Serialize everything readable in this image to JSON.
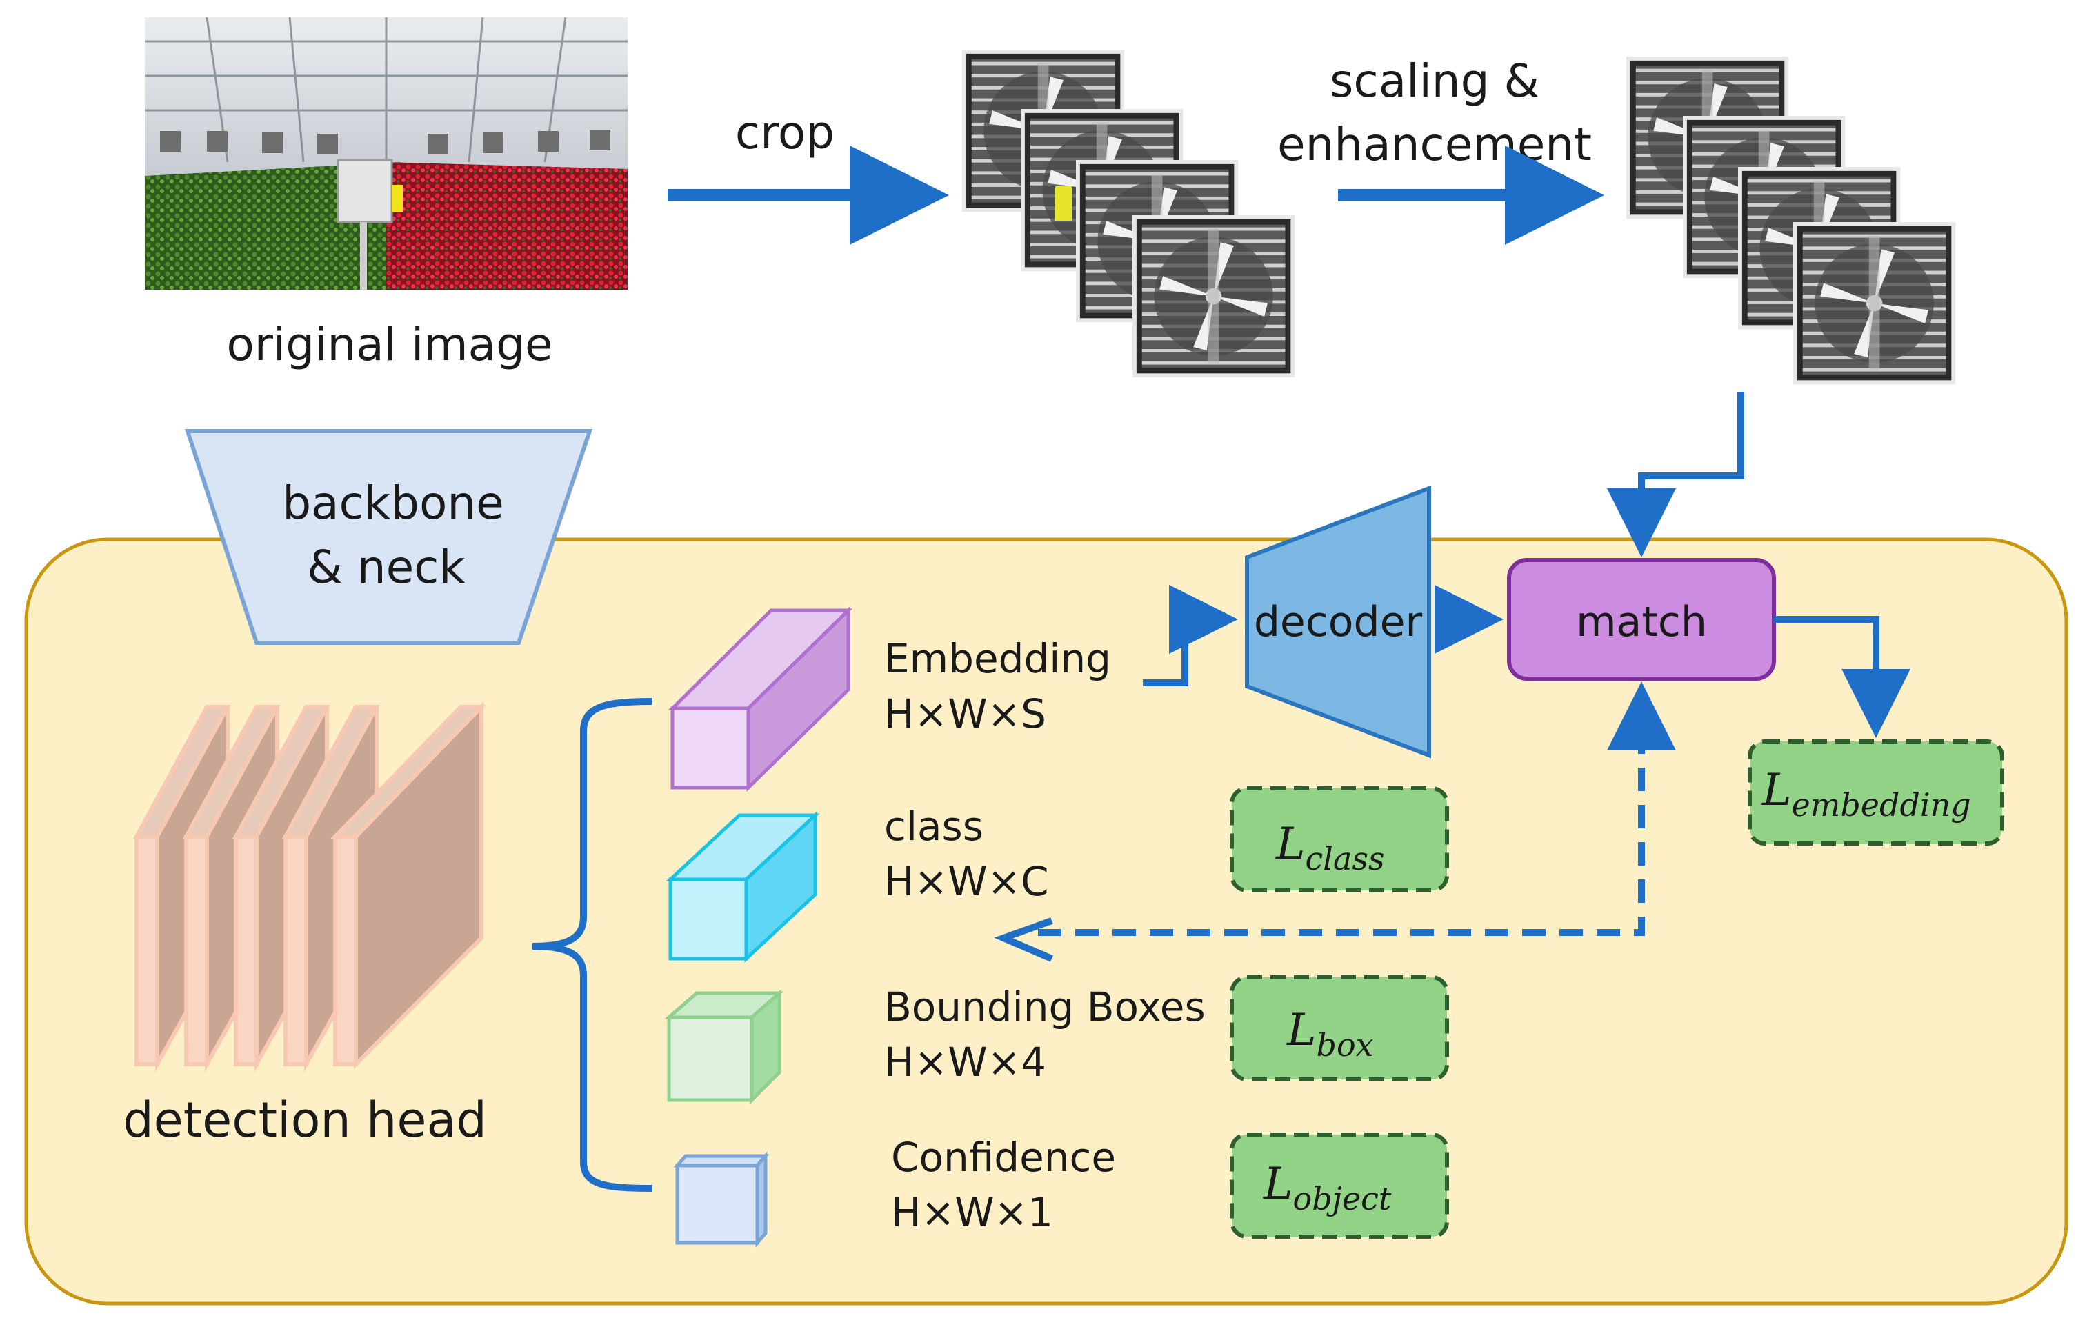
{
  "labels": {
    "original_image": "original image",
    "crop": "crop",
    "scaling_line1": "scaling &",
    "scaling_line2": "enhancement",
    "backbone_line1": "backbone",
    "backbone_line2": "& neck",
    "decoder": "decoder",
    "match": "match",
    "detection_head": "detection head"
  },
  "outputs": [
    {
      "name": "Embedding",
      "shape": "H×W×S"
    },
    {
      "name": "class",
      "shape": "H×W×C"
    },
    {
      "name": "Bounding Boxes",
      "shape": "H×W×4"
    },
    {
      "name": "Confidence",
      "shape": "H×W×1"
    }
  ],
  "losses": {
    "embedding": {
      "base": "L",
      "sub": "embedding"
    },
    "class": {
      "base": "L",
      "sub": "class"
    },
    "box": {
      "base": "L",
      "sub": "box"
    },
    "object": {
      "base": "L",
      "sub": "object"
    }
  },
  "colors": {
    "arrow": "#1f6fc9",
    "panel_fill": "#fdefc6",
    "panel_stroke": "#c8960f",
    "backbone_fill": "#d9e5f5",
    "backbone_stroke": "#7aa3d6",
    "decoder_fill": "#7db7e4",
    "decoder_stroke": "#2a77bd",
    "match_fill": "#cc8de0",
    "match_stroke": "#7d2e9c",
    "loss_fill": "#93d387",
    "loss_stroke": "#2f5f2f",
    "head_fill": "#c9a593",
    "head_stroke": "#f7c9b2",
    "cube_embedding": "#c99bdc",
    "cube_class": "#5fd6f4",
    "cube_box": "#a3dca3",
    "cube_conf": "#a9c6ee"
  }
}
